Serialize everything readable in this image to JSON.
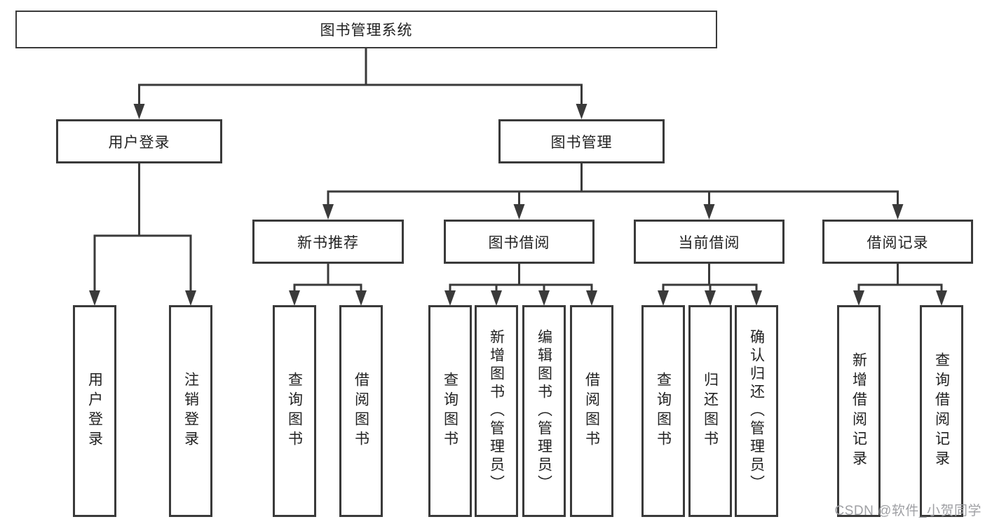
{
  "diagram_title": "图书管理系统",
  "tree": {
    "label": "图书管理系统",
    "children": [
      {
        "label": "用户登录",
        "children": [
          {
            "label": "用户登录"
          },
          {
            "label": "注销登录"
          }
        ]
      },
      {
        "label": "图书管理",
        "children": [
          {
            "label": "新书推荐",
            "children": [
              {
                "label": "查询图书"
              },
              {
                "label": "借阅图书"
              }
            ]
          },
          {
            "label": "图书借阅",
            "children": [
              {
                "label": "查询图书"
              },
              {
                "label": "新增图书（管理员）"
              },
              {
                "label": "编辑图书（管理员）"
              },
              {
                "label": "借阅图书"
              }
            ]
          },
          {
            "label": "当前借阅",
            "children": [
              {
                "label": "查询图书"
              },
              {
                "label": "归还图书"
              },
              {
                "label": "确认归还（管理员）"
              }
            ]
          },
          {
            "label": "借阅记录",
            "children": [
              {
                "label": "新增借阅记录"
              },
              {
                "label": "查询借阅记录"
              }
            ]
          }
        ]
      }
    ]
  },
  "watermark": "CSDN @软件_小贺同学",
  "colors": {
    "line": "#3a3a3a",
    "text": "#222222",
    "background": "#ffffff",
    "watermark": "#9fa0a4"
  }
}
